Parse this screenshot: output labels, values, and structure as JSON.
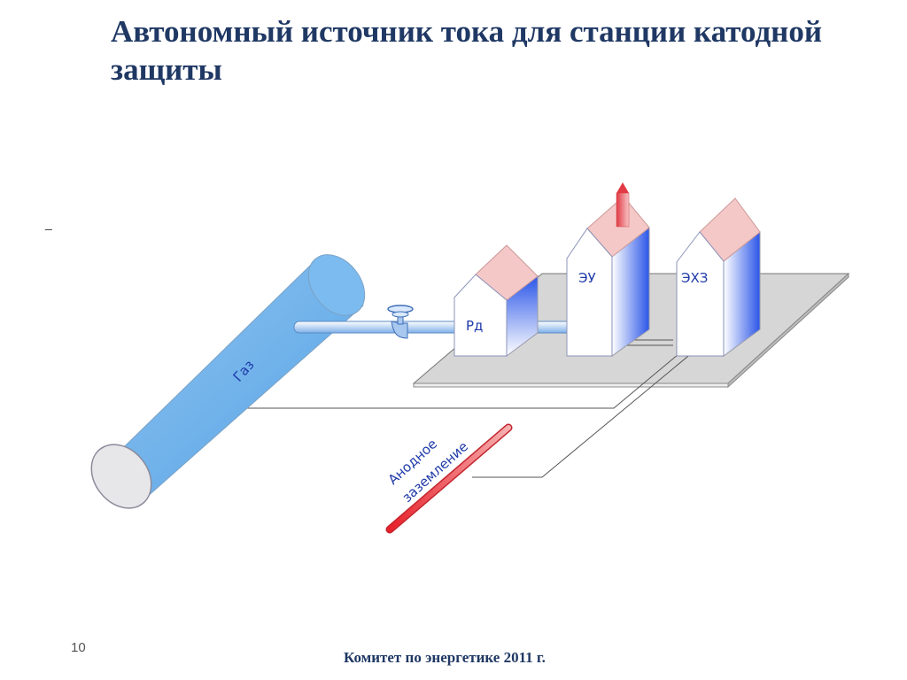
{
  "slide": {
    "title": "Автономный источник тока для станции катодной защиты",
    "dash": "_",
    "page_number": "10",
    "footer": "Комитет по энергетике 2011 г."
  },
  "diagram": {
    "pipe_label": "Газ",
    "reducer_label": "Рд",
    "power_unit_label": "ЭУ",
    "protection_label": "ЭХЗ",
    "anode_label_line1": "Анодное",
    "anode_label_line2": "заземление"
  }
}
